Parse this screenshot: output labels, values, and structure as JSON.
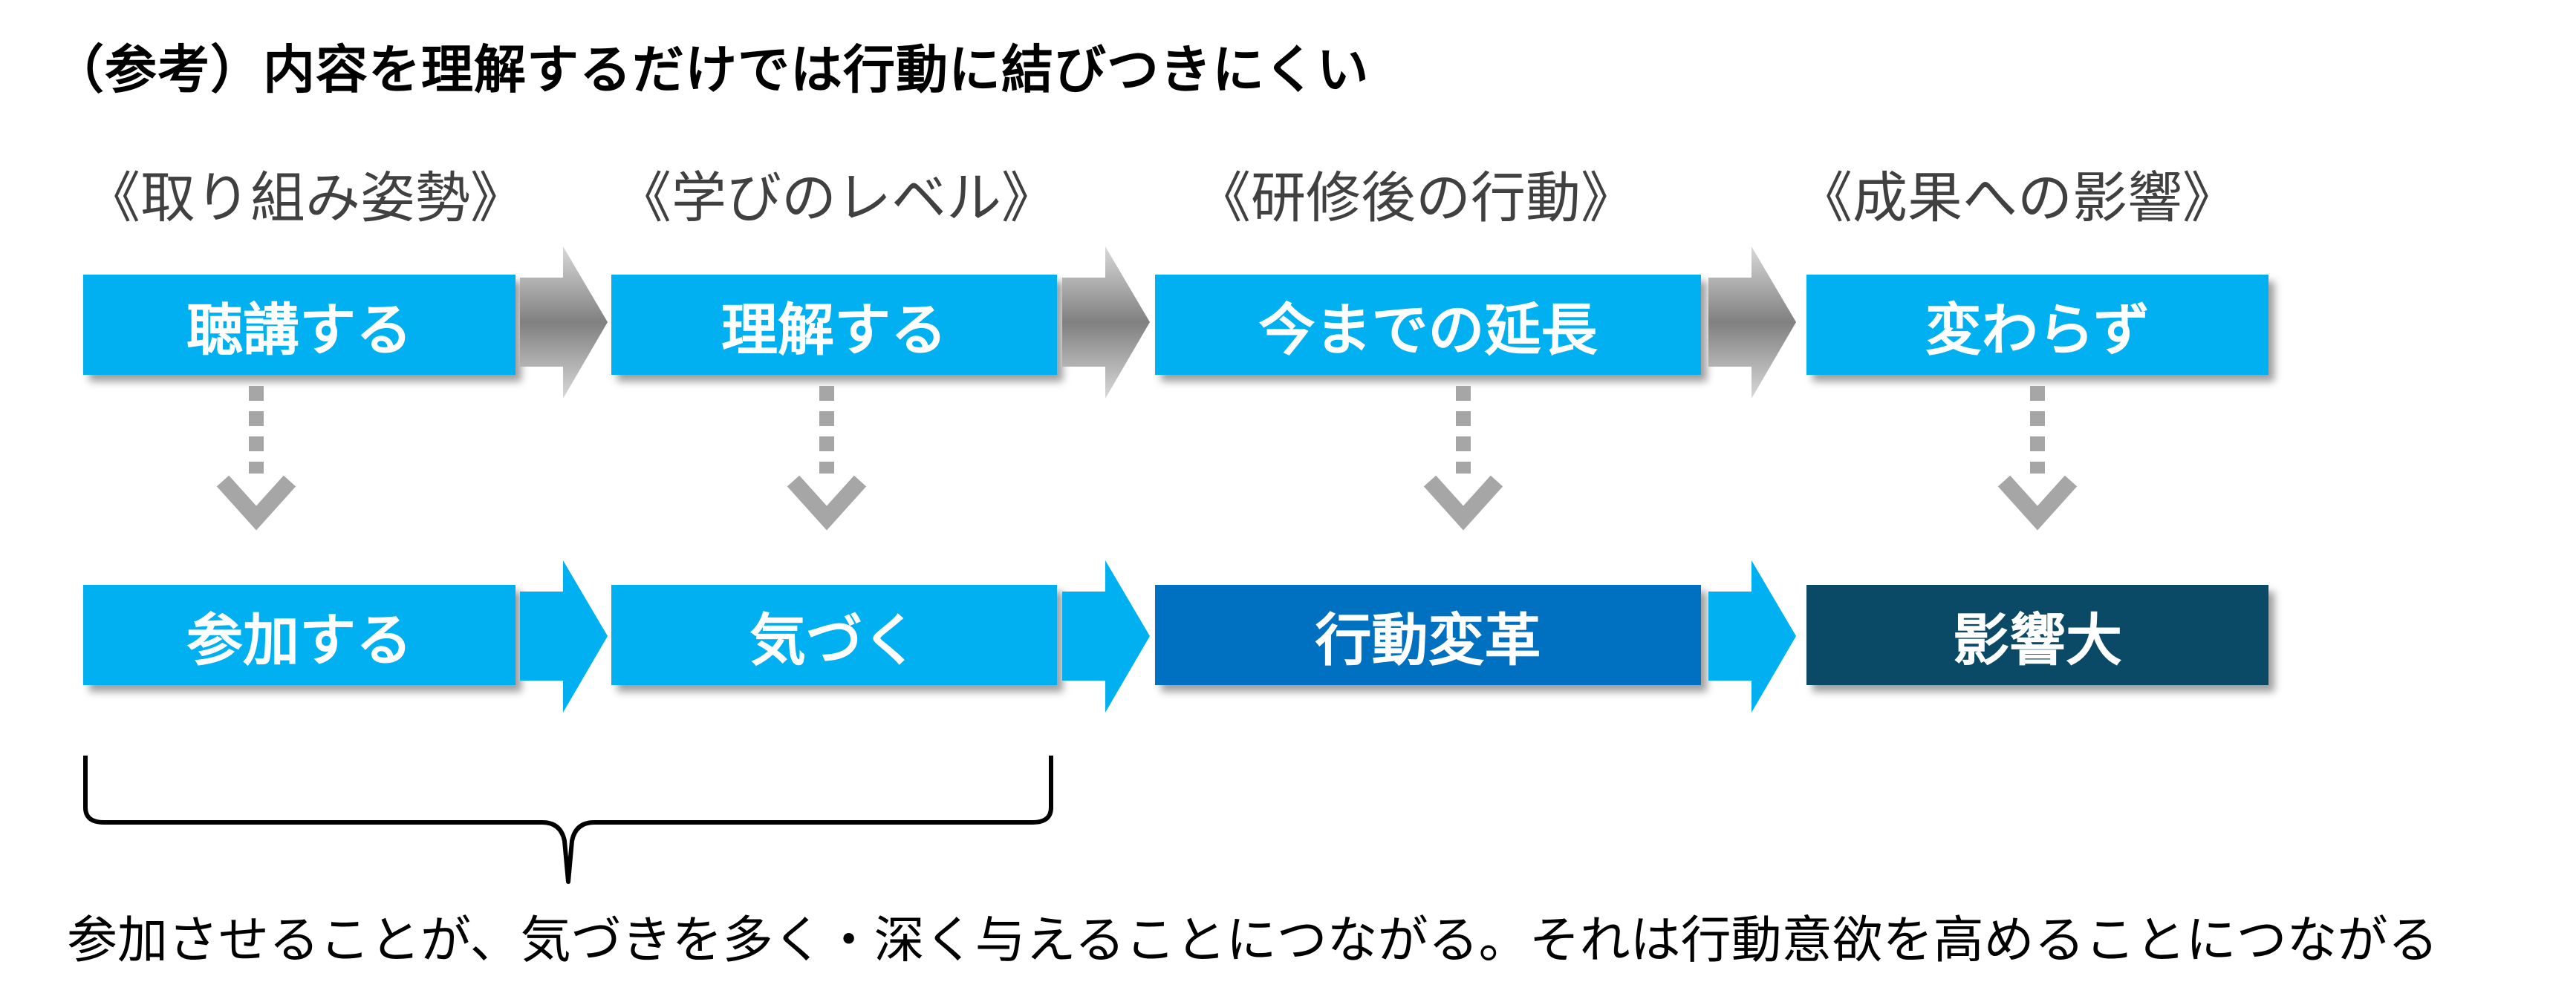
{
  "title": "（参考）内容を理解するだけでは行動に結びつきにくい",
  "columns": [
    {
      "label": "《取り組み姿勢》",
      "top": "聴講する",
      "bottom": "参加する"
    },
    {
      "label": "《学びのレベル》",
      "top": "理解する",
      "bottom": "気づく"
    },
    {
      "label": "《研修後の行動》",
      "top": "今までの延長",
      "bottom": "行動変革"
    },
    {
      "label": "《成果への影響》",
      "top": "変わらず",
      "bottom": "影響大"
    }
  ],
  "caption": "参加させることが、気づきを多く・深く与えることにつながる。それは行動意欲を高めることにつながる",
  "colors": {
    "light_blue": "#00b0f0",
    "mid_blue": "#0070c0",
    "dark_blue": "#0b4a66",
    "gray": "#a6a6a6"
  }
}
